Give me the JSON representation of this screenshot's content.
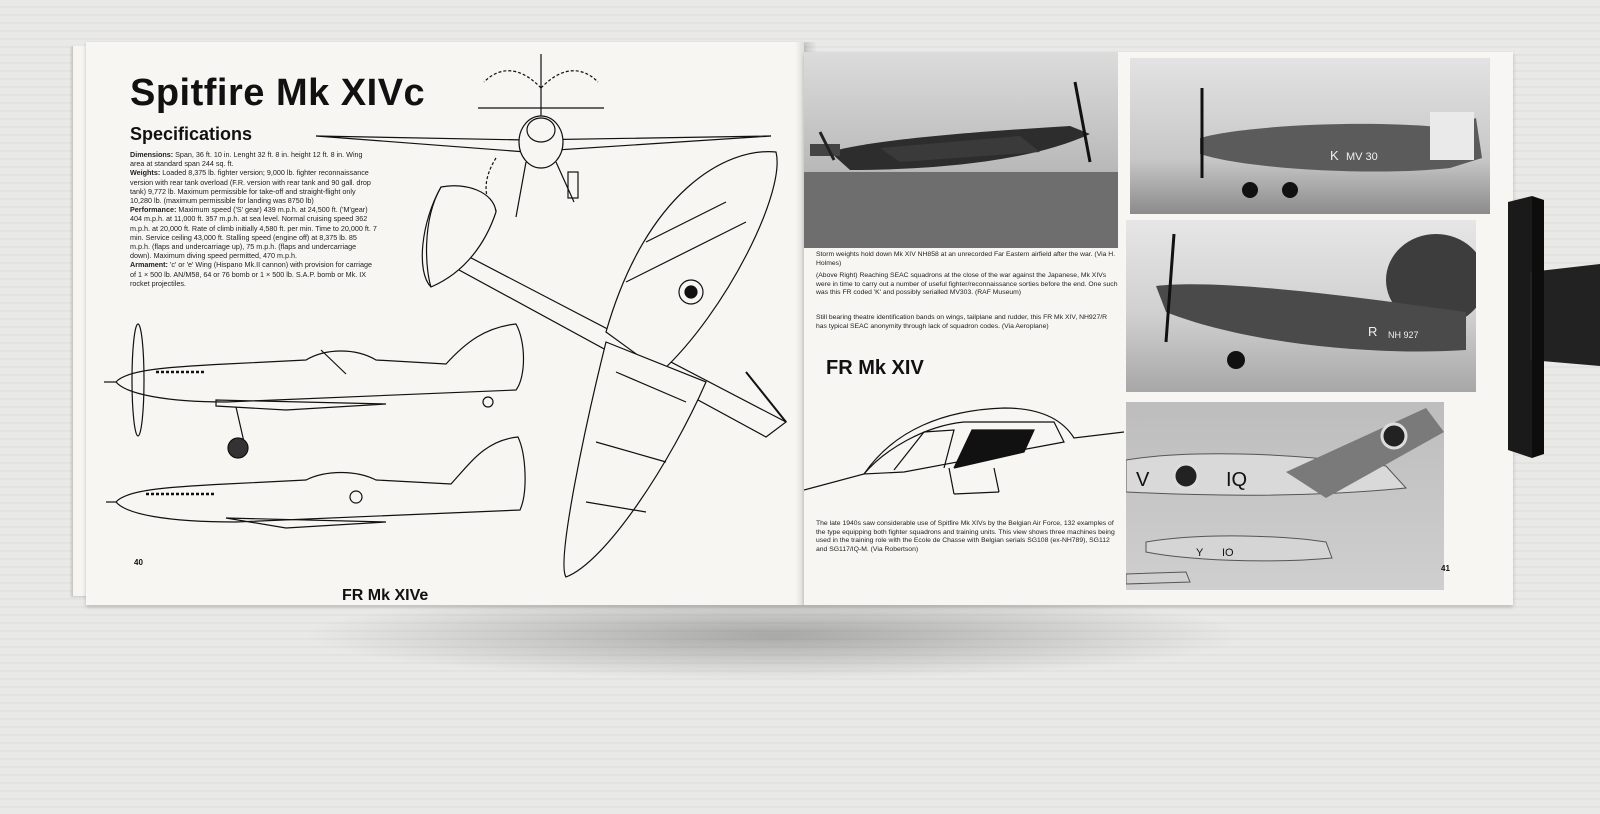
{
  "left_page": {
    "title": "Spitfire Mk XIVc",
    "subtitle": "Specifications",
    "specs": [
      {
        "label": "Dimensions:",
        "text": " Span, 36 ft. 10 in. Lenght 32 ft. 8 in. height 12 ft. 8 in. Wing area at standard span 244 sq. ft."
      },
      {
        "label": "Weights:",
        "text": " Loaded 8,375 lb. fighter version; 9,000 lb. fighter reconnaissance version with rear tank overload (F.R. version with rear tank and 90 gall. drop tank) 9,772 lb. Maximum permissible for take-off and straight-flight only 10,280 lb. (maximum permissible for landing was 8750 lb)"
      },
      {
        "label": "Performance:",
        "text": " Maximum speed ('S' gear) 439 m.p.h. at 24,500 ft. ('M'gear) 404 m.p.h. at 11,000 ft. 357 m.p.h. at sea level. Normal cruising speed 362 m.p.h. at 20,000 ft. Rate of climb initially 4,580 ft. per min. Time to 20,000 ft. 7 min. Service ceiling 43,000 ft. Stalling speed (engine off) at 8,375 lb. 85 m.p.h. (flaps and undercarriage up), 75 m.p.h. (flaps and undercarriage down). Maximum diving speed permitted, 470 m.p.h."
      },
      {
        "label": "Armament:",
        "text": " 'c' or 'e' Wing (Hispano Mk.II cannon) with provision for carriage of 1 × 500 lb. AN/M58, 64 or 76 bomb or 1 × 500 lb. S.A.P. bomb or Mk. IX rocket projectiles."
      }
    ],
    "drawing_caption": "FR Mk XIVe",
    "page_number": "40"
  },
  "right_page": {
    "caption_1": "Storm weights hold down Mk XIV NH858 at an unrecorded Far Eastern airfield after the war. (Via H. Holmes)",
    "caption_2": "(Above Right) Reaching SEAC squadrons at the close of the war against the Japanese, Mk XIVs were in time to carry out a number of useful fighter/reconnaissance sorties before the end. One such was this FR coded 'K' and possibly serialled MV303. (RAF Museum)",
    "caption_3": "Still bearing theatre identification bands on wings, tailplane and rudder, this FR Mk XIV, NH927/R has typical SEAC anonymity through lack of squadron codes. (Via Aeroplane)",
    "section_title": "FR Mk XIV",
    "caption_4": "The late 1940s saw considerable use of Spitfire Mk XIVs by the Belgian Air Force, 132 examples of the type equipping both fighter squadrons and training units. This view shows three machines being used in the training role with the Ecole de Chasse with Belgian serials SG108 (ex-NH789), SG112 and SG117/IQ-M. (Via Robertson)",
    "photo_markings": {
      "photo_2_code": "K",
      "photo_2_serial": "MV 30",
      "photo_3_code": "R",
      "photo_3_serial": "NH 927",
      "photo_4_code_a": "V",
      "photo_4_code_b": "IQ",
      "photo_4_code_c": "Y",
      "photo_4_code_d": "IO"
    },
    "page_number": "41"
  },
  "colors": {
    "paper": "#f7f6f2",
    "ink": "#111111",
    "background": "#e9e9e7",
    "clip": "#1a1a1a"
  }
}
